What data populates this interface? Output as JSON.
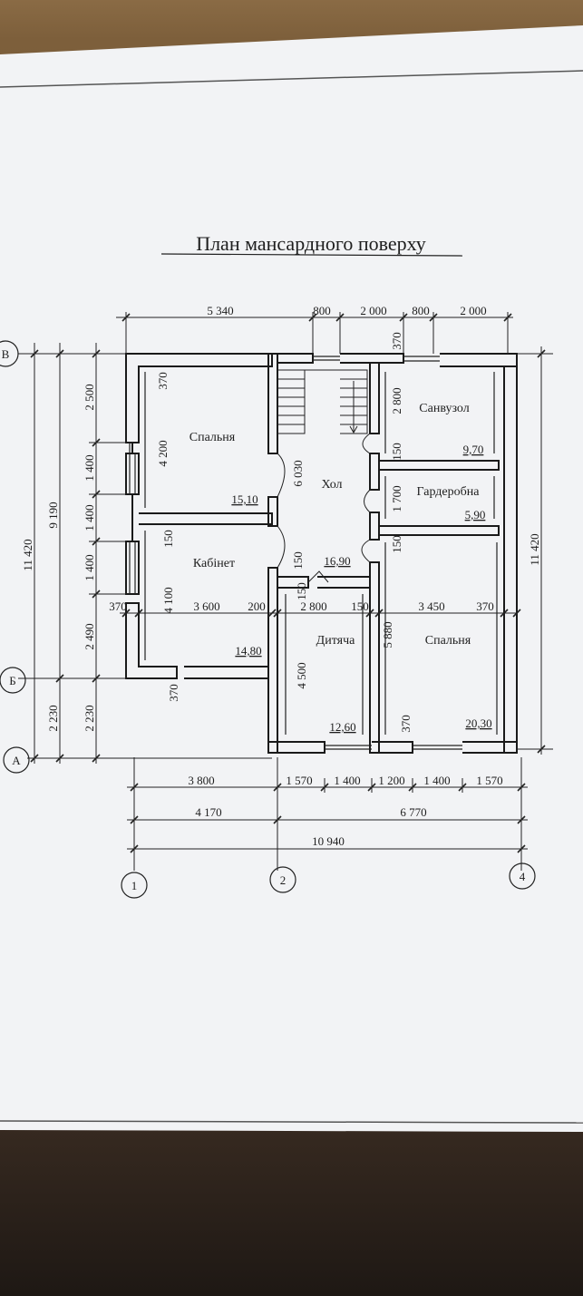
{
  "title": "План мансардного поверху",
  "rooms": [
    {
      "name": "Спальня",
      "area": "15,10"
    },
    {
      "name": "Кабінет",
      "area": "14,80"
    },
    {
      "name": "Хол",
      "area": "16,90"
    },
    {
      "name": "Санвузол",
      "area": "9,70"
    },
    {
      "name": "Гардеробна",
      "area": "5,90"
    },
    {
      "name": "Дитяча",
      "area": "12,60"
    },
    {
      "name": "Спальня",
      "area": "20,30"
    }
  ],
  "axes": {
    "columns": [
      "1",
      "2",
      "4"
    ],
    "rows": [
      "В",
      "Б",
      "А"
    ]
  },
  "dims": {
    "top": [
      "5 340",
      "800",
      "2 000",
      "800",
      "2 000"
    ],
    "bottom1": [
      "3 800",
      "1 570",
      "1 400",
      "1 200",
      "1 400",
      "1 570"
    ],
    "bottom2": [
      "4 170",
      "6 770"
    ],
    "bottom3": "10 940",
    "left_outer": "11 420",
    "left_mid": "9 190",
    "left_a": [
      "1 400",
      "1 400",
      "1 400"
    ],
    "left_b": [
      "2 500",
      "2 490",
      "2 230",
      "2 230"
    ],
    "right": "11 420",
    "inner": {
      "w370_top": "370",
      "w370_left": "370",
      "h4200": "4 200",
      "h150a": "150",
      "h4100": "4 100",
      "w3600": "3 600",
      "w200": "200",
      "w2800": "2 800",
      "w150": "150",
      "w3450": "3 450",
      "w370r": "370",
      "h6030": "6 030",
      "h150b": "150",
      "h150c": "150",
      "h4500": "4 500",
      "h370s": "370",
      "h2800": "2 800",
      "h150d": "150",
      "h1700": "1 700",
      "h150e": "150",
      "h5880": "5 880",
      "h370b": "370",
      "h370bot": "370"
    }
  }
}
